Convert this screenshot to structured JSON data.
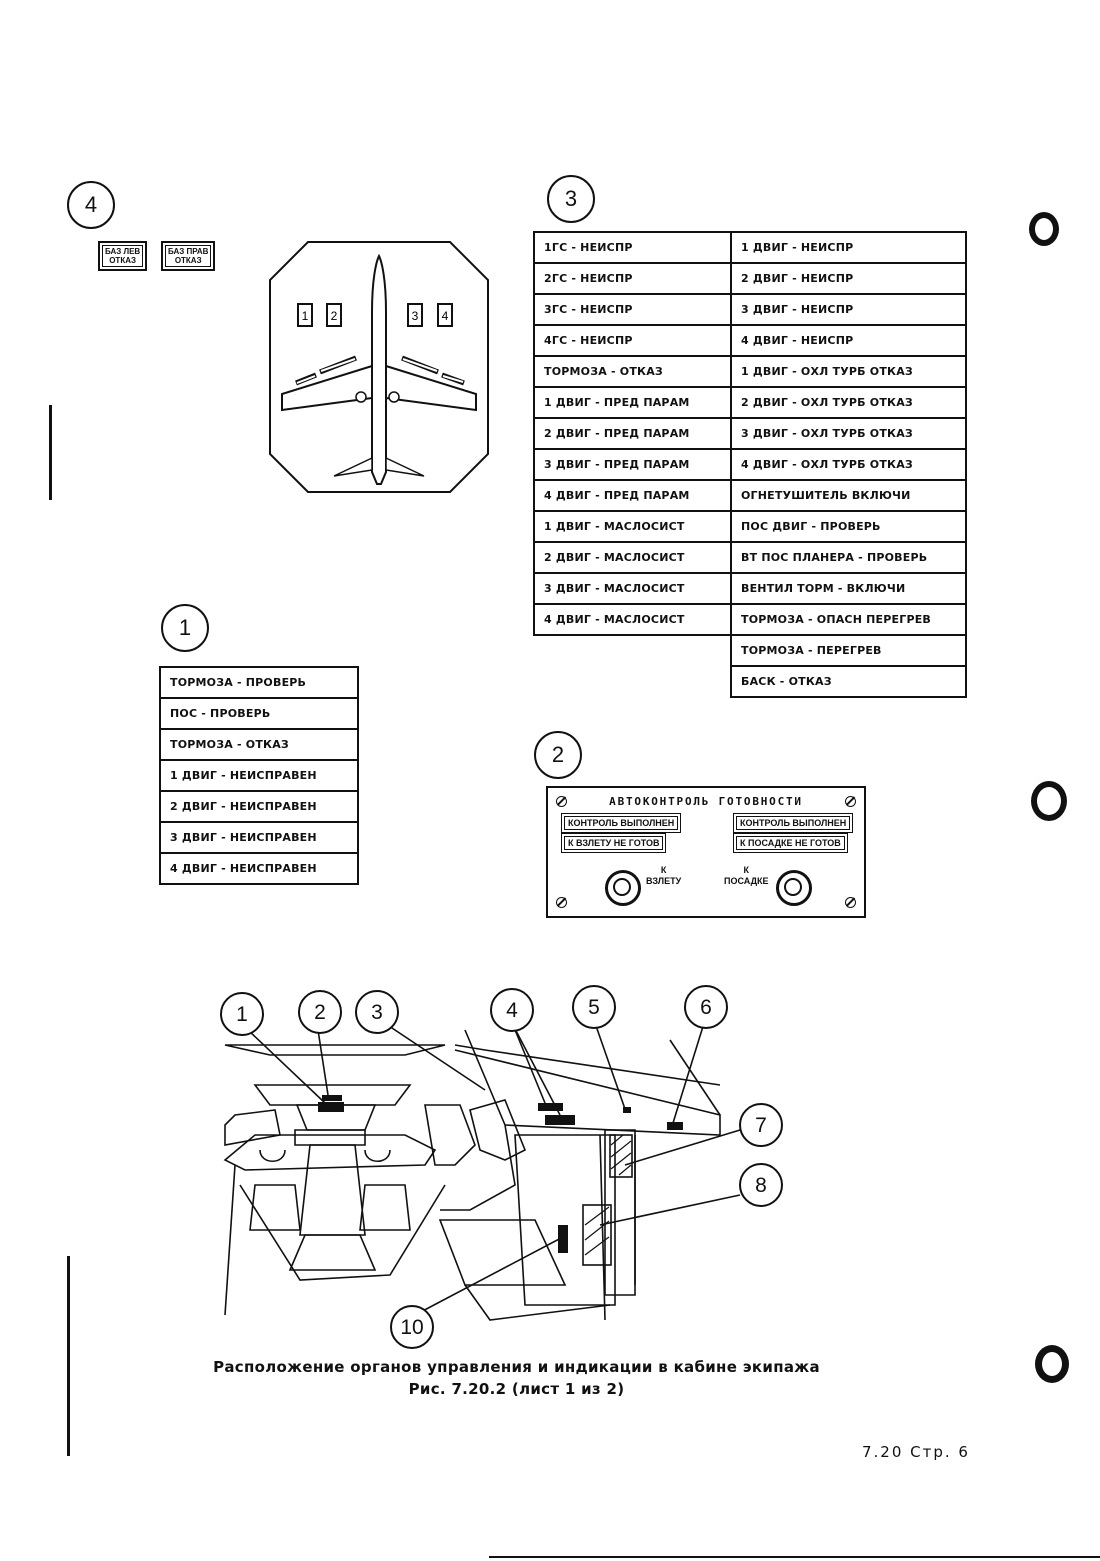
{
  "callouts_top": {
    "c1": "1",
    "c2": "2",
    "c3": "3",
    "c4": "4"
  },
  "panel4_lamps": [
    [
      "БАЗ ЛЕВ",
      "ОТКАЗ"
    ],
    [
      "БАЗ ПРАВ",
      "ОТКАЗ"
    ]
  ],
  "aircraft_diagram": {
    "engine_labels": [
      "1",
      "2",
      "3",
      "4"
    ]
  },
  "panel1_rows": [
    "ТОРМОЗА -  ПРОВЕРЬ",
    "ПОС - ПРОВЕРЬ",
    "ТОРМОЗА - ОТКАЗ",
    "1 ДВИГ - НЕИСПРАВЕН",
    "2 ДВИГ - НЕИСПРАВЕН",
    "3 ДВИГ - НЕИСПРАВЕН",
    "4 ДВИГ - НЕИСПРАВЕН"
  ],
  "panel3_left": [
    "1ГС - НЕИСПР",
    "2ГС - НЕИСПР",
    "3ГС - НЕИСПР",
    "4ГС - НЕИСПР",
    "ТОРМОЗА - ОТКАЗ",
    "1 ДВИГ - ПРЕД ПАРАМ",
    "2 ДВИГ - ПРЕД ПАРАМ",
    "3 ДВИГ - ПРЕД ПАРАМ",
    "4 ДВИГ - ПРЕД ПАРАМ",
    "1 ДВИГ - МАСЛОСИСТ",
    "2 ДВИГ - МАСЛОСИСТ",
    "3 ДВИГ - МАСЛОСИСТ",
    "4 ДВИГ - МАСЛОСИСТ"
  ],
  "panel3_right": [
    "1 ДВИГ - НЕИСПР",
    "2 ДВИГ - НЕИСПР",
    "3 ДВИГ - НЕИСПР",
    "4 ДВИГ - НЕИСПР",
    "1 ДВИГ - ОХЛ ТУРБ ОТКАЗ",
    "2 ДВИГ - ОХЛ ТУРБ ОТКАЗ",
    "3 ДВИГ - ОХЛ ТУРБ ОТКАЗ",
    "4 ДВИГ - ОХЛ ТУРБ ОТКАЗ",
    "ОГНЕТУШИТЕЛЬ ВКЛЮЧИ",
    "ПОС ДВИГ - ПРОВЕРЬ",
    "ВТ ПОС ПЛАНЕРА - ПРОВЕРЬ",
    "ВЕНТИЛ ТОРМ - ВКЛЮЧИ",
    "ТОРМОЗА - ОПАСН ПЕРЕГРЕВ",
    "ТОРМОЗА - ПЕРЕГРЕВ",
    "БАСК - ОТКАЗ"
  ],
  "panel2": {
    "title": "АВТОКОНТРОЛЬ  ГОТОВНОСТИ",
    "left_lamps": [
      "КОНТРОЛЬ ВЫПОЛНЕН",
      "К ВЗЛЕТУ НЕ ГОТОВ"
    ],
    "right_lamps": [
      "КОНТРОЛЬ ВЫПОЛНЕН",
      "К ПОСАДКЕ НЕ ГОТОВ"
    ],
    "left_button_label": [
      "К",
      "ВЗЛЕТУ"
    ],
    "right_button_label": [
      "К",
      "ПОСАДКЕ"
    ]
  },
  "cockpit_callouts": [
    "1",
    "2",
    "3",
    "4",
    "5",
    "6",
    "7",
    "8",
    "10"
  ],
  "caption": {
    "line1": "Расположение органов управления и индикации в кабине экипажа",
    "line2": "Рис. 7.20.2 (лист 1 из 2)"
  },
  "page_number": "7.20  Стр. 6"
}
